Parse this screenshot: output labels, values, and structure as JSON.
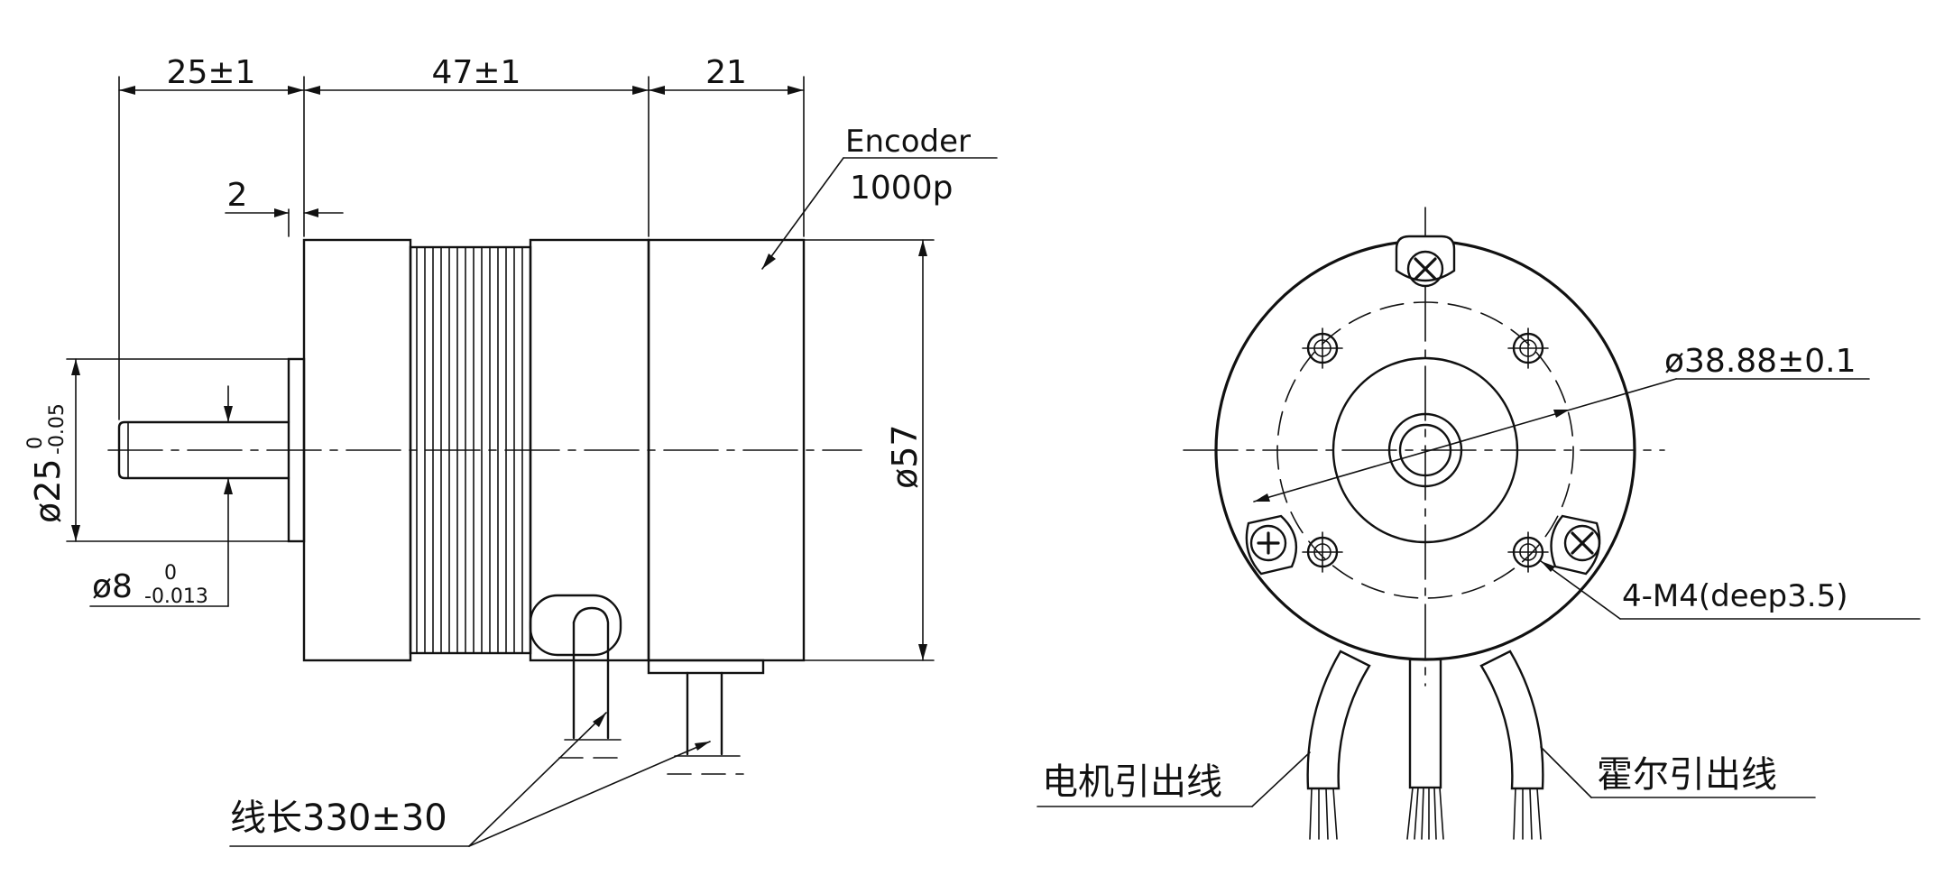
{
  "side_view": {
    "dim_shaft_length": "25±1",
    "dim_body_length": "47±1",
    "dim_encoder_length": "21",
    "dim_flange": "2",
    "encoder_label": "Encoder",
    "encoder_resolution": "1000p",
    "pilot_dia_main": "ø25",
    "pilot_dia_tol_upper": "0",
    "pilot_dia_tol_lower": "-0.05",
    "shaft_dia_main": "ø8",
    "shaft_dia_tol_upper": "0",
    "shaft_dia_tol_lower": "-0.013",
    "body_dia": "ø57",
    "cable_length": "线长330±30"
  },
  "front_view": {
    "bolt_circle": "ø38.88±0.1",
    "thread_holes": "4-M4(deep3.5)",
    "motor_leads": "电机引出线",
    "hall_leads": "霍尔引出线"
  }
}
